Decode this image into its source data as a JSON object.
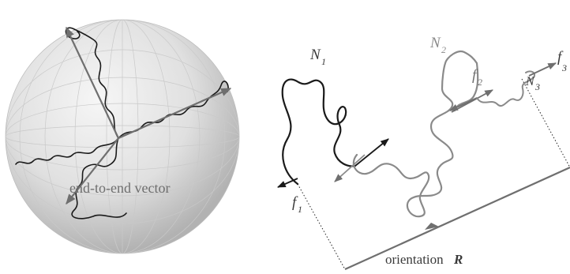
{
  "figure": {
    "sphere_label": "end-to-end vector",
    "orientation_label": "orientation",
    "orientation_symbol": "R",
    "segments": [
      {
        "N": "N",
        "N_sub": "1",
        "f": "f",
        "f_sub": "1"
      },
      {
        "N": "N",
        "N_sub": "2",
        "f": "f",
        "f_sub": "2"
      },
      {
        "N": "N",
        "N_sub": "3",
        "f": "f",
        "f_sub": "3"
      }
    ]
  },
  "colors": {
    "chain_dark": "#1a1a1a",
    "chain_gray": "#8a8a8a",
    "arrow_gray": "#6f6f6f",
    "sphere_light": "#f4f4f4",
    "sphere_dark": "#b3b3b3",
    "dotted": "#222222"
  }
}
